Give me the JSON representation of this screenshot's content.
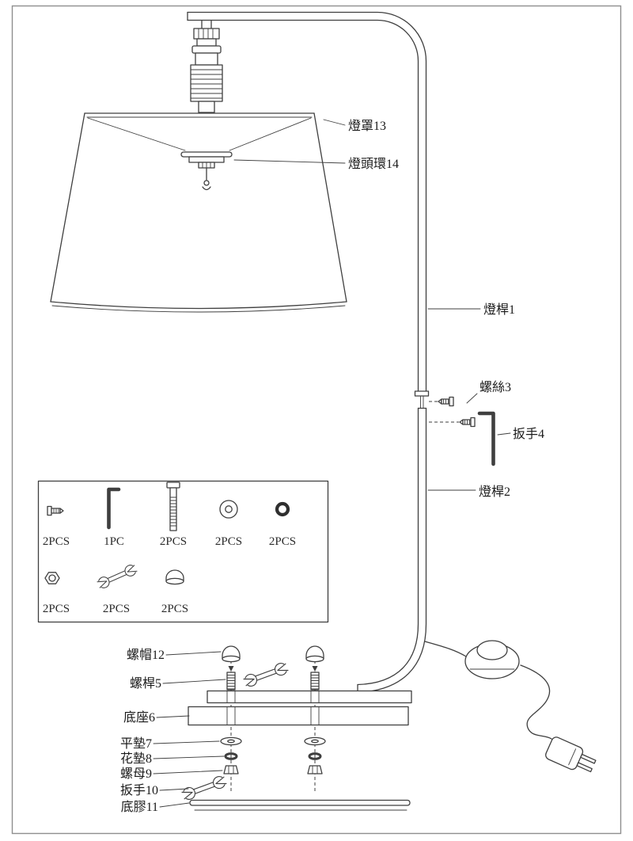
{
  "diagram": {
    "type": "lamp-assembly-exploded-diagram",
    "callouts": {
      "shade": "燈罩13",
      "head_ring": "燈頭環14",
      "pole_upper": "燈桿1",
      "set_screw": "螺絲3",
      "hex_wrench": "扳手4",
      "pole_lower": "燈桿2",
      "cap_nut": "螺帽12",
      "screw_rod": "螺桿5",
      "base": "底座6",
      "flat_washer": "平墊7",
      "spring_washer": "花墊8",
      "nut": "螺母9",
      "wrench": "扳手10",
      "base_pad": "底膠11"
    },
    "parts_box": {
      "row1": [
        {
          "part": "grub-screw",
          "qty": "2PCS"
        },
        {
          "part": "allen-key",
          "qty": "1PC"
        },
        {
          "part": "bolt",
          "qty": "2PCS"
        },
        {
          "part": "flat-washer",
          "qty": "2PCS"
        },
        {
          "part": "o-ring",
          "qty": "2PCS"
        }
      ],
      "row2": [
        {
          "part": "nut",
          "qty": "2PCS"
        },
        {
          "part": "open-end-wrench",
          "qty": "2PCS"
        },
        {
          "part": "cap-nut",
          "qty": "2PCS"
        }
      ]
    },
    "colors": {
      "line": "#3f3f3f",
      "text": "#1b1b1b",
      "frame": "#8f8f8f",
      "background": "#ffffff"
    }
  }
}
